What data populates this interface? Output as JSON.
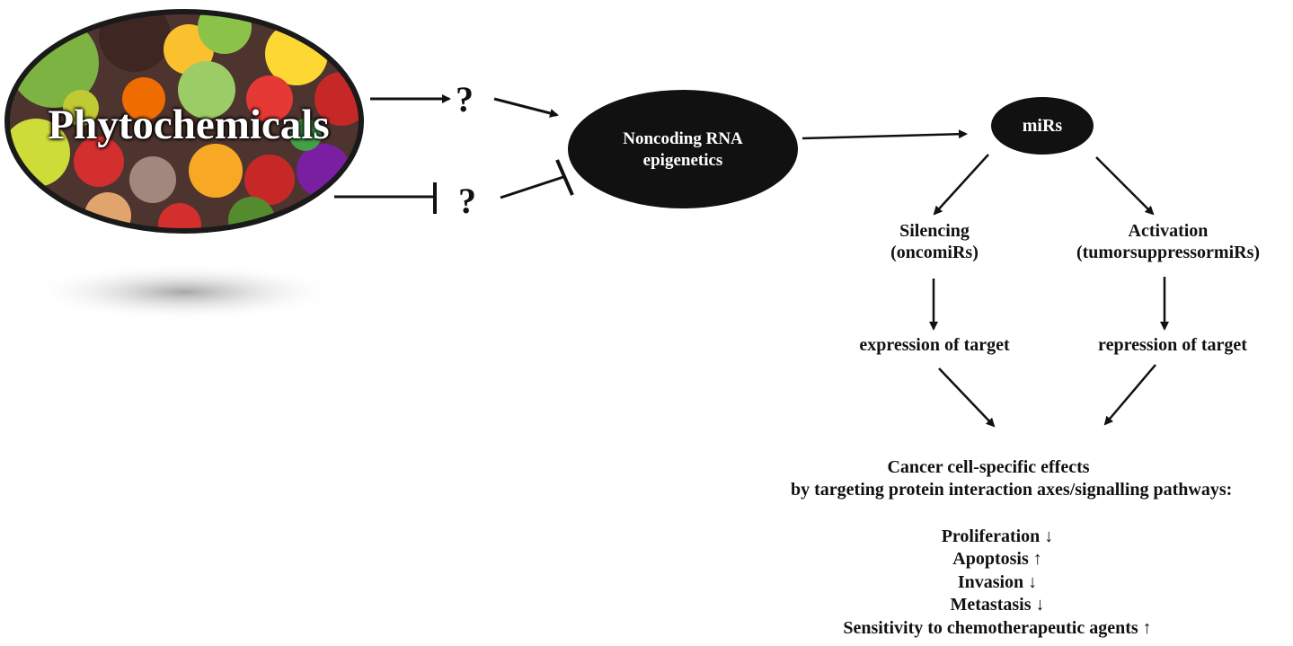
{
  "phytochemicals": {
    "label": "Phytochemicals",
    "image": "mixed fruits and vegetables photo",
    "colors": [
      "#2e7d32",
      "#c62828",
      "#f9a825",
      "#6a1b9a",
      "#ef6c00",
      "#8bc34a"
    ]
  },
  "question_marks": {
    "top": "?",
    "bottom": "?"
  },
  "noncoding": {
    "line1": "Noncoding RNA",
    "line2": "epigenetics"
  },
  "mirs": {
    "label": "miRs"
  },
  "silencing": {
    "line1": "Silencing",
    "line2": "(oncomiRs)"
  },
  "activation": {
    "line1": "Activation",
    "line2": "(tumorsuppressormiRs)"
  },
  "expression": {
    "label": "expression of target"
  },
  "repression": {
    "label": "repression of target"
  },
  "effects": {
    "line1": "Cancer cell-specific effects",
    "line2": "by targeting protein interaction axes/signalling pathways:",
    "items": [
      "Proliferation ↓",
      "Apoptosis ↑",
      "Invasion ↓",
      "Metastasis ↓",
      "Sensitivity to chemotherapeutic agents ↑"
    ]
  }
}
